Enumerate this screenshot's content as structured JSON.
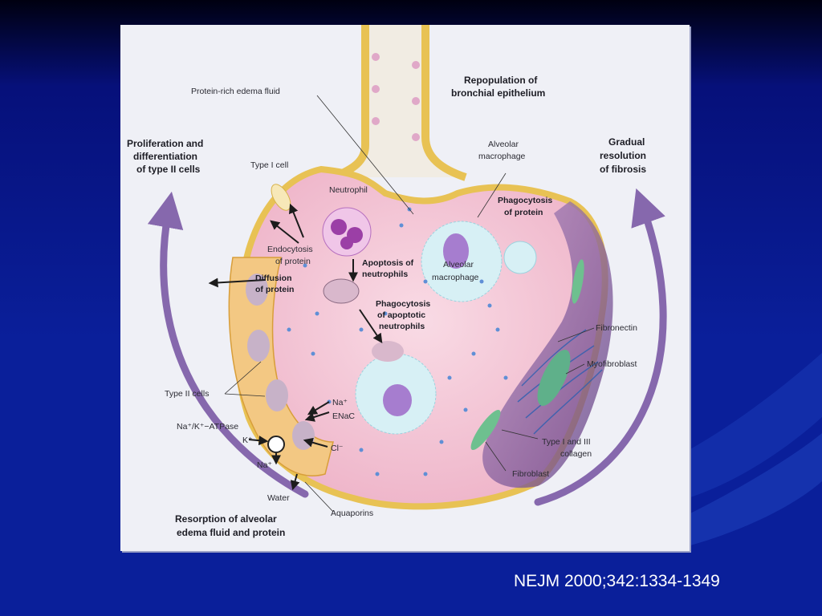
{
  "labels": {
    "protein_rich_edema_fluid": "Protein-rich edema fluid",
    "repopulation_line1": "Repopulation of",
    "repopulation_line2": "bronchial epithelium",
    "proliferation_line1": "Proliferation and",
    "proliferation_line2": "differentiation",
    "proliferation_line3": "of type II cells",
    "gradual_line1": "Gradual",
    "gradual_line2": "resolution",
    "gradual_line3": "of fibrosis",
    "type_i_cell": "Type I cell",
    "neutrophil": "Neutrophil",
    "alveolar_macrophage_top_line1": "Alveolar",
    "alveolar_macrophage_top_line2": "macrophage",
    "phagocytosis_protein_line1": "Phagocytosis",
    "phagocytosis_protein_line2": "of protein",
    "endocytosis_line1": "Endocytosis",
    "endocytosis_line2": "of protein",
    "apoptosis_line1": "Apoptosis of",
    "apoptosis_line2": "neutrophils",
    "alveolar_macrophage_mid_line1": "Alveolar",
    "alveolar_macrophage_mid_line2": "macrophage",
    "diffusion_line1": "Diffusion",
    "diffusion_line2": "of protein",
    "phago_apoptotic_line1": "Phagocytosis",
    "phago_apoptotic_line2": "of apoptotic",
    "phago_apoptotic_line3": "neutrophils",
    "fibronectin": "Fibronectin",
    "myofibroblast": "Myofibroblast",
    "type_ii_cells": "Type II cells",
    "na_plus": "Na⁺",
    "enac": "ENaC",
    "na_k_atpase": "Na⁺/K⁺−ATPase",
    "k_plus": "K⁺",
    "cl_minus": "Cl⁻",
    "na_plus_2": "Na⁺",
    "type_i_iii_collagen_line1": "Type I and III",
    "type_i_iii_collagen_line2": "collagen",
    "water": "Water",
    "fibroblast": "Fibroblast",
    "aquaporins": "Aquaporins",
    "resorption_line1": "Resorption of alveolar",
    "resorption_line2": "edema fluid and protein"
  },
  "citation": "NEJM 2000;342:1334-1349",
  "colors": {
    "slide_background": "#0a1f9a",
    "alveolar_fluid": "#f2c9d6",
    "type_ii_cell": "#f3c883",
    "macrophage": "#d7f0f5",
    "neutrophil": "#b66fbf",
    "fibrosis": "#7d5596",
    "arrow": "#7b5aa6"
  }
}
